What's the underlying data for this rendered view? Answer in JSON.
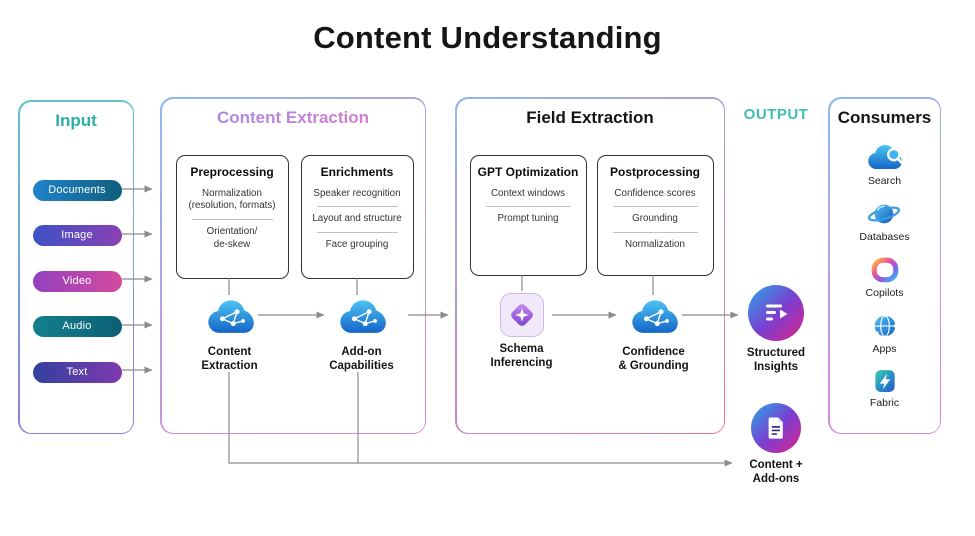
{
  "title": "Content Understanding",
  "input": {
    "title": "Input",
    "items": [
      {
        "label": "Documents"
      },
      {
        "label": "Image"
      },
      {
        "label": "Video"
      },
      {
        "label": "Audio"
      },
      {
        "label": "Text"
      }
    ]
  },
  "content_extraction": {
    "title": "Content Extraction",
    "preprocessing": {
      "title": "Preprocessing",
      "items": [
        "Normalization\n(resolution, formats)",
        "Orientation/\nde-skew"
      ]
    },
    "enrichments": {
      "title": "Enrichments",
      "items": [
        "Speaker recognition",
        "Layout and structure",
        "Face grouping"
      ]
    },
    "nodes": [
      {
        "label": "Content\nExtraction",
        "icon": "ai-cloud-icon"
      },
      {
        "label": "Add-on\nCapabilities",
        "icon": "ai-cloud-icon"
      }
    ]
  },
  "field_extraction": {
    "title": "Field Extraction",
    "gpt_optimization": {
      "title": "GPT Optimization",
      "items": [
        "Context windows",
        "Prompt tuning"
      ]
    },
    "postprocessing": {
      "title": "Postprocessing",
      "items": [
        "Confidence scores",
        "Grounding",
        "Normalization"
      ]
    },
    "nodes": [
      {
        "label": "Schema\nInferencing",
        "icon": "schema-sparkle-icon"
      },
      {
        "label": "Confidence\n& Grounding",
        "icon": "ai-cloud-icon"
      }
    ]
  },
  "output": {
    "title": "OUTPUT",
    "nodes": [
      {
        "label": "Structured\nInsights",
        "icon": "structured-insights-icon"
      },
      {
        "label": "Content +\nAdd-ons",
        "icon": "content-addons-icon"
      }
    ]
  },
  "consumers": {
    "title": "Consumers",
    "items": [
      {
        "label": "Search",
        "icon": "search-cloud-icon"
      },
      {
        "label": "Databases",
        "icon": "databases-icon"
      },
      {
        "label": "Copilots",
        "icon": "copilot-icon"
      },
      {
        "label": "Apps",
        "icon": "apps-globe-icon"
      },
      {
        "label": "Fabric",
        "icon": "fabric-icon"
      }
    ]
  },
  "colors": {
    "input_accent": "#2DAFA5",
    "output_accent": "#3EBEB3",
    "extraction_header_gradient": [
      "#9D8BE6",
      "#E07BC8"
    ],
    "arrow": "#8C8C8C",
    "node_circle_gradient": [
      "#28A8E8",
      "#7A3FD0",
      "#E0218A"
    ],
    "pill_gradients": {
      "documents": [
        "#2183CC",
        "#0E5F7E"
      ],
      "image": [
        "#3D52C4",
        "#8A41B4"
      ],
      "video": [
        "#9340BF",
        "#D44A9E"
      ],
      "audio": [
        "#12808D",
        "#0D5F74"
      ],
      "text": [
        "#31409F",
        "#7F3AAE"
      ]
    }
  }
}
